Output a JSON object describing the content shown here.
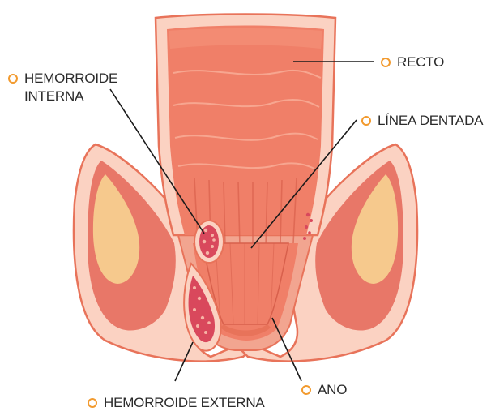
{
  "labels": {
    "internal_hemorrhoid": "HEMORROIDE\nINTERNA",
    "rectum": "RECTO",
    "dentate_line": "LÍNEA DENTADA",
    "anus": "ANO",
    "external_hemorrhoid": "HEMORROIDE EXTERNA"
  },
  "colors": {
    "marker": "#f29a2e",
    "leader_line": "#1a1a1a",
    "tissue_outline": "#e8735a",
    "rectum_lumen": "#f07f68",
    "muscle": "#e87768",
    "fat": "#f6c98d",
    "skin": "#fbd2c2",
    "hemorrhoid": "#d9485c"
  }
}
